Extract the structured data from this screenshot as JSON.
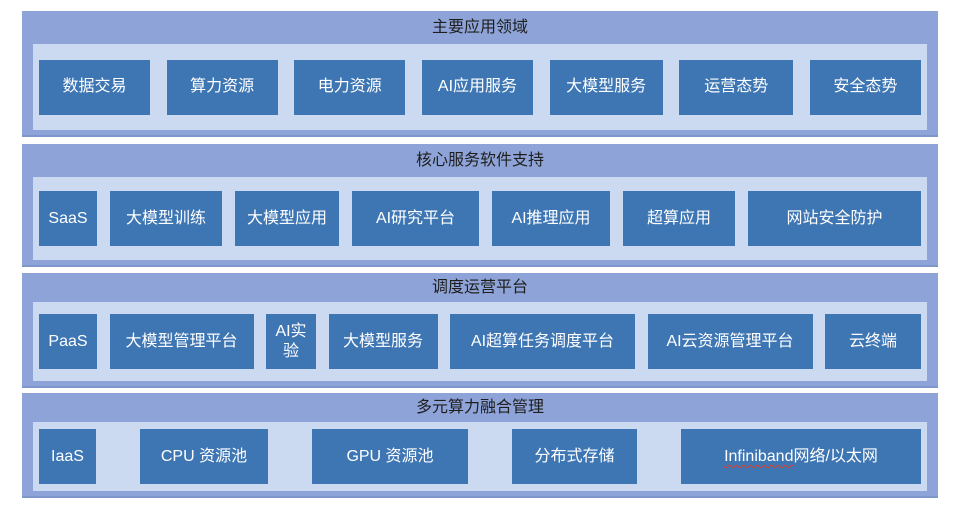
{
  "diagram": {
    "colors": {
      "band_background": "#8EA4D8",
      "panel_background": "#CBDAF0",
      "box_background": "#3E76B4",
      "title_text": "#1E1E1E",
      "box_text": "#FFFFFF",
      "spellcheck_underline": "#DB3B26"
    },
    "layers": [
      {
        "title": "主要应用领域",
        "items": [
          {
            "label": "数据交易"
          },
          {
            "label": "算力资源"
          },
          {
            "label": "电力资源"
          },
          {
            "label": "AI应用服务"
          },
          {
            "label": "大模型服务"
          },
          {
            "label": "运营态势"
          },
          {
            "label": "安全态势"
          }
        ]
      },
      {
        "title": "核心服务软件支持",
        "items": [
          {
            "label": "SaaS"
          },
          {
            "label": "大模型训练"
          },
          {
            "label": "大模型应用"
          },
          {
            "label": "AI研究平台"
          },
          {
            "label": "AI推理应用"
          },
          {
            "label": "超算应用"
          },
          {
            "label": "网站安全防护"
          }
        ]
      },
      {
        "title": "调度运营平台",
        "items": [
          {
            "label": "PaaS"
          },
          {
            "label": "大模型管理平台"
          },
          {
            "label": "AI实验"
          },
          {
            "label": "大模型服务"
          },
          {
            "label": "AI超算任务调度平台"
          },
          {
            "label": "AI云资源管理平台"
          },
          {
            "label": "云终端"
          }
        ]
      },
      {
        "title": "多元算力融合管理",
        "items": [
          {
            "label": "IaaS"
          },
          {
            "label": "CPU 资源池"
          },
          {
            "label": "GPU 资源池"
          },
          {
            "label": "分布式存储"
          },
          {
            "label": "Infiniband 网络/以太网",
            "word": "Infiniband",
            "rest": " 网络/以太网"
          }
        ]
      }
    ]
  }
}
